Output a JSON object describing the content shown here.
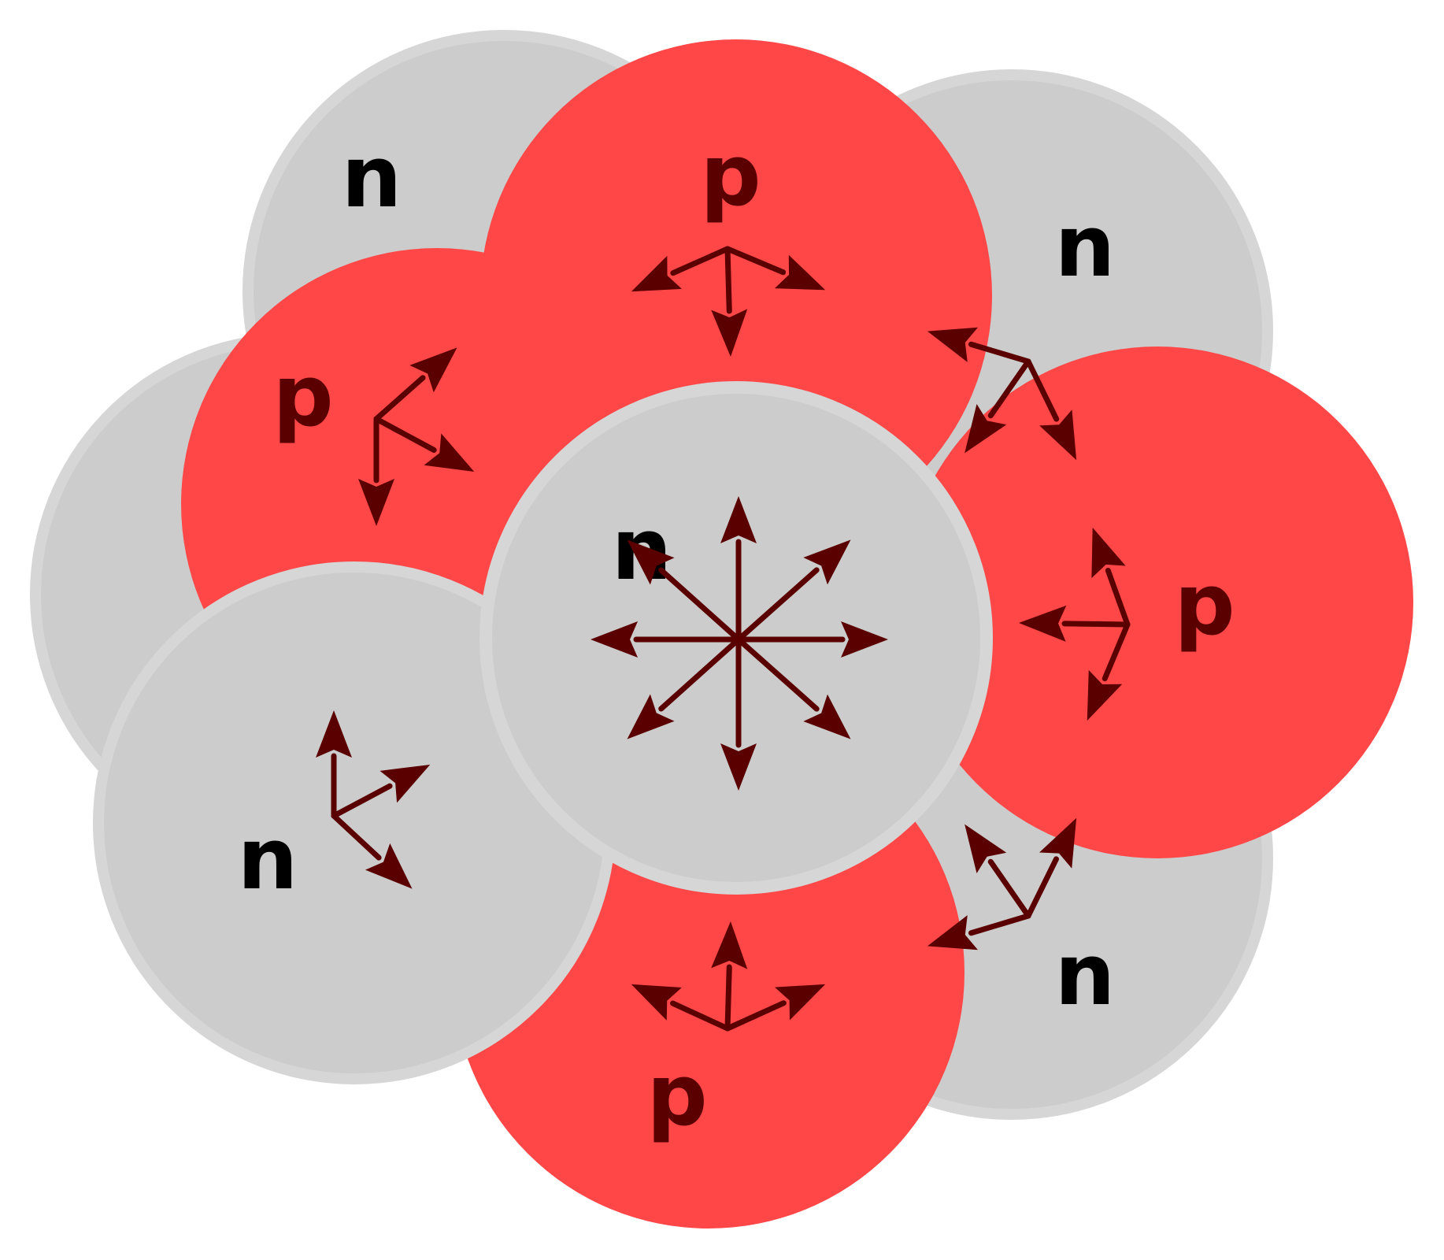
{
  "colors": {
    "neutron_fill": "#cccccc",
    "neutron_rim": "#d6d6d6",
    "proton_fill": "#ff4747",
    "arrow": "#5a0000",
    "neutron_label": "#000000",
    "proton_label": "#5a0000"
  },
  "nucleons": [
    {
      "id": "n-top-left",
      "label": "n",
      "type": "neutron"
    },
    {
      "id": "n-top-right",
      "label": "n",
      "type": "neutron"
    },
    {
      "id": "n-bottom-right",
      "label": "n",
      "type": "neutron"
    },
    {
      "id": "n-left-back",
      "label": "",
      "type": "neutron"
    },
    {
      "id": "p-top",
      "label": "p",
      "type": "proton"
    },
    {
      "id": "p-left",
      "label": "p",
      "type": "proton"
    },
    {
      "id": "p-right",
      "label": "p",
      "type": "proton"
    },
    {
      "id": "p-bottom",
      "label": "p",
      "type": "proton"
    },
    {
      "id": "n-bottom-left",
      "label": "n",
      "type": "neutron"
    },
    {
      "id": "n-center",
      "label": "n",
      "type": "neutron"
    }
  ]
}
